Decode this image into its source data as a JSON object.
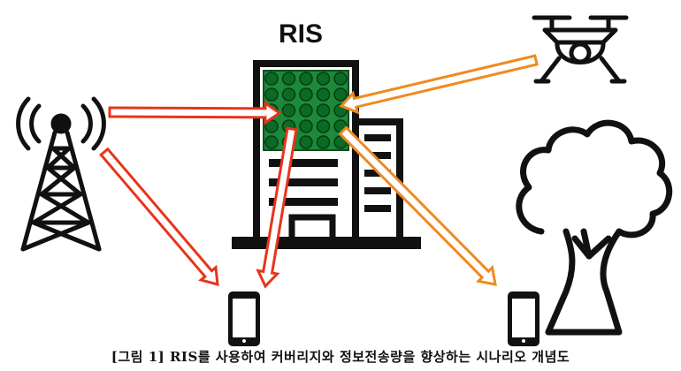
{
  "diagram": {
    "ris_label": "RIS",
    "caption": "[그림 1] RIS를 사용하여 커버리지와 정보전송량을 향상하는 시나리오 개념도",
    "nodes": [
      "base-station",
      "building-with-ris",
      "drone",
      "tree",
      "phone-left",
      "phone-right"
    ],
    "colors": {
      "line": "#111111",
      "ris_panel": "#1b8a3a",
      "ris_element": "#0b6b26",
      "arrow_red": "#e8341c",
      "arrow_orange": "#f08a1e"
    }
  }
}
